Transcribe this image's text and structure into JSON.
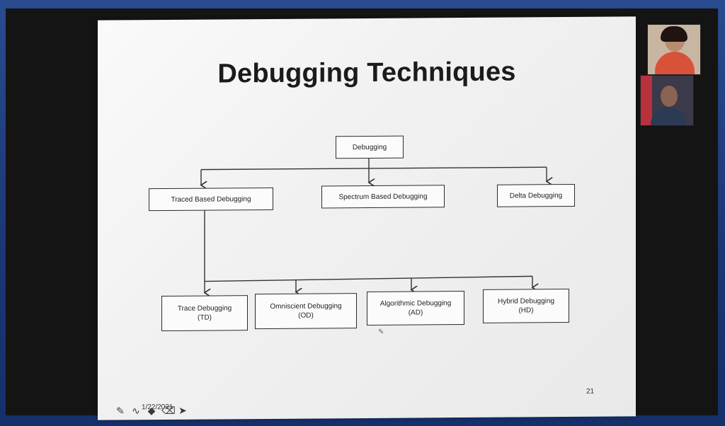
{
  "slide": {
    "title": "Debugging Techniques",
    "page_number": "21",
    "date": "1/22/2021"
  },
  "diagram": {
    "root": "Debugging",
    "level1": [
      "Traced Based Debugging",
      "Spectrum Based Debugging",
      "Delta Debugging"
    ],
    "level2": [
      {
        "line1": "Trace Debugging",
        "line2": "(TD)"
      },
      {
        "line1": "Omniscient Debugging",
        "line2": "(OD)"
      },
      {
        "line1": "Algorithmic Debugging",
        "line2": "(AD)"
      },
      {
        "line1": "Hybrid Debugging",
        "line2": "(HD)"
      }
    ]
  },
  "toolbar": {
    "icons": [
      "pen-icon",
      "squiggle-icon",
      "highlighter-icon",
      "eraser-icon",
      "pointer-icon"
    ]
  },
  "participants": {
    "icons": [
      "participant-video-1",
      "participant-video-2"
    ]
  },
  "colors": {
    "slide_bg": "#f5f5f5",
    "box_border": "#2b2b2b",
    "frame": "#1d3a78"
  }
}
